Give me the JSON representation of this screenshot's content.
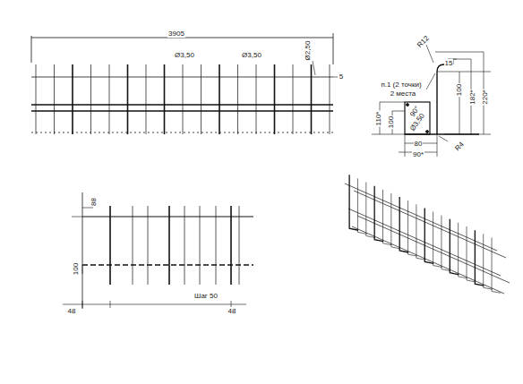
{
  "diagram": {
    "labels": [
      "3905",
      "Ø3,50",
      "Ø3,50",
      "Ø2,50",
      "5",
      "R12",
      "15",
      "п.1 (2 точки)",
      "2 места",
      "100",
      "182*",
      "220*",
      "110*",
      "100",
      "90°",
      "Ø3,50",
      "80",
      "90*",
      "R4",
      "88",
      "100",
      "Шаг 50",
      "48",
      "48"
    ]
  }
}
